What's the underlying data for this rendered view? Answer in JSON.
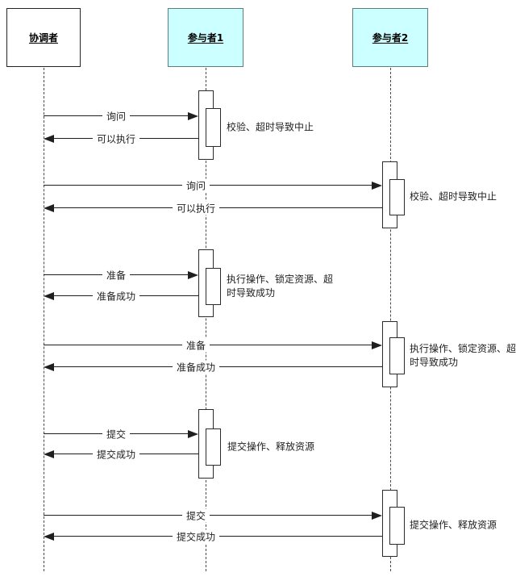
{
  "diagram": {
    "type": "sequence-diagram",
    "topic": "two-phase-commit",
    "colors": {
      "background": "#ffffff",
      "coordinator_fill": "#ffffff",
      "participant_fill": "#ccffff",
      "participant_border": "#5e7d7d",
      "line_color": "#1f1f1f"
    },
    "actors": [
      {
        "name": "协调者"
      },
      {
        "name": "参与者1"
      },
      {
        "name": "参与者2"
      }
    ],
    "interactions": [
      {
        "from": "协调者",
        "to": "参与者1",
        "request": "询问",
        "response": "可以执行",
        "note": "校验、超时导致中止"
      },
      {
        "from": "协调者",
        "to": "参与者2",
        "request": "询问",
        "response": "可以执行",
        "note": "校验、超时导致中止"
      },
      {
        "from": "协调者",
        "to": "参与者1",
        "request": "准备",
        "response": "准备成功",
        "note": "执行操作、锁定资源、超\n时导致成功"
      },
      {
        "from": "协调者",
        "to": "参与者2",
        "request": "准备",
        "response": "准备成功",
        "note": "执行操作、锁定资源、超\n时导致成功"
      },
      {
        "from": "协调者",
        "to": "参与者1",
        "request": "提交",
        "response": "提交成功",
        "note": "提交操作、释放资源"
      },
      {
        "from": "协调者",
        "to": "参与者2",
        "request": "提交",
        "response": "提交成功",
        "note": "提交操作、释放资源"
      }
    ]
  }
}
